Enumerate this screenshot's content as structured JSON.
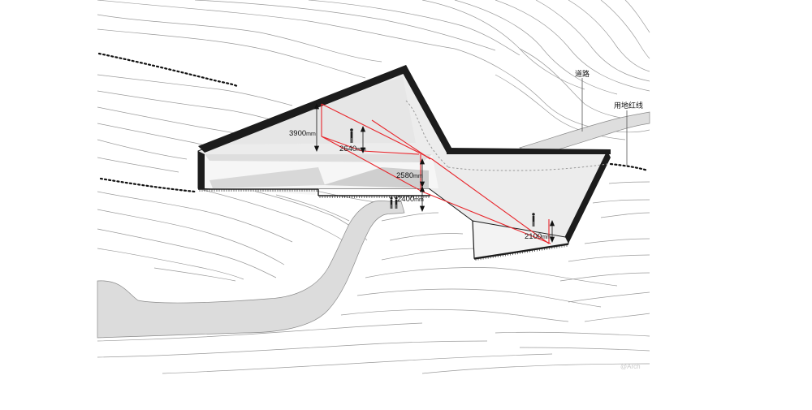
{
  "labels": {
    "road": "道路",
    "site_boundary": "用地红线"
  },
  "dimensions": [
    {
      "id": "d3900",
      "value": "3900",
      "unit": "mm"
    },
    {
      "id": "d2640",
      "value": "2640",
      "unit": "mm"
    },
    {
      "id": "d2580",
      "value": "2580",
      "unit": "mm"
    },
    {
      "id": "d2400",
      "value": "2400",
      "unit": "mm"
    },
    {
      "id": "d2100",
      "value": "2100",
      "unit": "mm"
    }
  ],
  "watermark": "@Arch",
  "colors": {
    "section_line": "#e8262c",
    "contour": "#9a9a9a",
    "building_dark": "#1c1c1c",
    "building_roof": "#ececec",
    "path_fill": "#dcdcdc"
  }
}
